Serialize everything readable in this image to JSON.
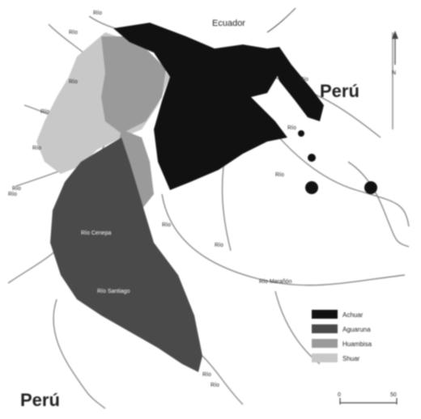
{
  "map": {
    "country_labels": {
      "ecuador": "Ecuador",
      "peru_ne": "Perú",
      "peru_sw": "Perú"
    },
    "river_labels": {
      "r1": "Río",
      "r2": "Río",
      "r3": "Río",
      "r4": "Río",
      "r5": "Río",
      "r6": "Río",
      "r7": "Río",
      "r8": "Río",
      "r9": "Río",
      "r10": "Río Cenepa",
      "r11": "Río Santiago",
      "r12": "Río",
      "r13": "Río",
      "r14": "Río Marañón",
      "r15": "Río",
      "r16": "Río",
      "r17": "Río"
    },
    "legend": [
      {
        "label": "Achuar",
        "color": "#111111"
      },
      {
        "label": "Aguaruna",
        "color": "#4a4a4a"
      },
      {
        "label": "Huambisa",
        "color": "#9a9a9a"
      },
      {
        "label": "Shuar",
        "color": "#c8c8c8"
      }
    ],
    "scale": {
      "min": "0",
      "max": "50"
    },
    "north": "N"
  }
}
